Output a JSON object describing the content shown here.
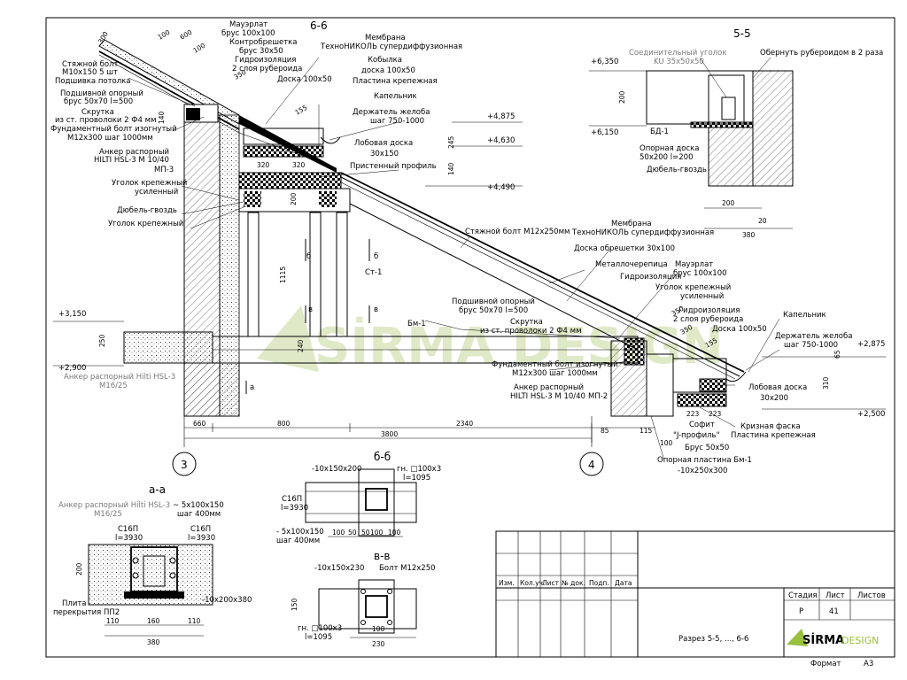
{
  "sections": {
    "s66": "6-6",
    "s55": "5-5",
    "saa": "а-а",
    "sbb": "б-б",
    "svv": "в-в"
  },
  "labels": {
    "mauerlat1": "Мауэрлат",
    "mauerlat1b": "брус 100х100",
    "kontrobr": "Контробрешетка",
    "kontrobr_b": "брус 30х50",
    "gidro1": "Гидроизоляция",
    "gidro1b": "2 слоя рубероида",
    "doska1": "Доска 100х50",
    "membrana1": "Мембрана",
    "membrana1b": "ТехноНИКОЛЬ супердиффузионная",
    "kobylka": "Кобылка",
    "kobylka_b": "доска 100х50",
    "plastina1": "Пластина крепежная",
    "kapelnik1": "Капельник",
    "derzhatel1": "Держатель желоба",
    "derzhatel1b": "шаг 750-1000",
    "lobovaya1": "Лобовая доска",
    "lobovaya1b": "30х150",
    "pristen": "Пристенный профиль",
    "styazh1": "Стяжной болт",
    "styazh1b": "М10х150 5 шт",
    "podshivka": "Подшивка потолка",
    "podshiv1": "Подшивной опорный",
    "podshiv1b": "брус 50х70 l=500",
    "skrutka1": "Скрутка",
    "skrutka1b": "из ст. проволоки 2 Ф4 мм",
    "fund1": "Фундаментный болт изогнутый",
    "fund1b": "М12х300 шаг 1000мм",
    "anker1": "Анкер распорный",
    "anker1b": "HILTI HSL-3 M 10/40",
    "mp3": "МП-3",
    "ugolok_usil": "Уголок крепежный",
    "ugolok_usil_b": "усиленный",
    "dubel1": "Дюбель-гвоздь",
    "ugolok1": "Уголок крепежный",
    "anker_grey": "Анкер распорный Hilti HSL-3",
    "anker_grey_b": "M16/25",
    "bm1": "Бм-1",
    "st1": "Ст-1",
    "styazh2": "Стяжной болт М12х250мм",
    "membrana2": "Мембрана",
    "membrana2b": "ТехноНИКОЛЬ супердиффузионная",
    "doska_obr": "Доска обрешетки 30х100",
    "metallo": "Металлочерепица",
    "mauerlat2": "Мауэрлат",
    "mauerlat2b": "брус 100х100",
    "gidro2": "Гидроизоляция",
    "ugolok2": "Уголок крепежный",
    "ugolok2b": "усиленный",
    "gidro3": "Гидроизоляция",
    "gidro3b": "2 слоя рубероида",
    "doska2": "Доска 100х50",
    "podshiv2": "Подшивной опорный",
    "podshiv2b": "брус 50х70 l=500",
    "skrutka2": "Скрутка",
    "skrutka2b": "из ст. проволоки 2 Ф4 мм",
    "fund2": "Фундаментный болт изогнутый",
    "fund2b": "М12х300 шаг 1000мм",
    "anker2": "Анкер распорный",
    "anker2b": "HILTI HSL-3 M 10/40",
    "mp2": "МП-2",
    "kapelnik2": "Капельник",
    "derzhatel2": "Держатель желоба",
    "derzhatel2b": "шаг 750-1000",
    "lobovaya2": "Лобовая доска",
    "lobovaya2b": "30х200",
    "krizn": "Кризная фаска",
    "plastina2": "Пластина крепежная",
    "sofit": "Софит",
    "jprof": "\"J-профиль\"",
    "brus5050": "Брус 50х50",
    "opornaya_pl": "Опорная пластина Бм-1",
    "opornaya_pl_b": "-10х250х300",
    "soed": "Соединительный уголок",
    "soed_b": "KU 35х50х50",
    "obernut": "Обернуть рубероидом в 2 раза",
    "bd1": "БД-1",
    "opor_doska": "Опорная доска",
    "opor_doska_b": "50х200 l=200",
    "dubel2": "Дюбель-гвоздь",
    "aa_anker": "Анкер распорный Hilti HSL-3",
    "aa_anker_b": "M16/25",
    "aa_plate1": "~ 5х100х150",
    "aa_plate1b": "шаг 400мм",
    "aa_c16l": "С16П",
    "aa_c16l_b": "l=3930",
    "aa_c16r": "С16П",
    "aa_c16r_b": "l=3930",
    "aa_plita": "Плита",
    "aa_plita_b": "перекрытия ПП2",
    "aa_pl2": "-10х200х380",
    "bb_top": "-10х150х200",
    "bb_gn": "гн. □100х3",
    "bb_gn_b": "l=1095",
    "bb_c16": "С16П",
    "bb_c16_b": "l=3930",
    "bb_pl": "- 5х100х150",
    "bb_pl_b": "шаг 400мм",
    "vv_top": "-10х150х230",
    "vv_bolt": "Болт М12х250",
    "vv_gn": "гн. □100х3",
    "vv_gn_b": "l=1095"
  },
  "levels": {
    "l6350": "+6,350",
    "l6150": "+6,150",
    "l4875": "+4,875",
    "l4630": "+4,630",
    "l4490": "+4,490",
    "l3150": "+3,150",
    "l2900": "+2,900",
    "l2875": "+2,875",
    "l2500": "+2,500"
  },
  "dims": {
    "d660": "660",
    "d800": "800",
    "d2340": "2340",
    "d3800": "3800",
    "d85": "85",
    "d115": "115",
    "d100": "100",
    "d320a": "320",
    "d320b": "320",
    "d200r": "200",
    "d20": "20",
    "d380": "380",
    "d200v": "200",
    "d1115": "1115",
    "d250": "250",
    "d240": "240",
    "d310": "310",
    "d65": "65",
    "d223a": "223",
    "d223b": "223",
    "d245": "245",
    "d140": "140",
    "d200a": "200",
    "d350a": "350",
    "d155a": "155",
    "d350b": "350",
    "d155b": "155",
    "d600": "600",
    "d100a": "100",
    "d100b": "100",
    "d300": "300",
    "aa_110a": "110",
    "aa_160": "160",
    "aa_110b": "110",
    "aa_380": "380",
    "aa_200": "200",
    "bb_100a": "100",
    "bb_50a": "50",
    "bb_100b": "100",
    "bb_50b": "50",
    "bb_100c": "100",
    "vv_230": "230",
    "vv_150": "150",
    "vv_100": "100"
  },
  "axes": {
    "a3": "3",
    "a4": "4",
    "mark_a": "а",
    "mark_b": "б",
    "mark_v": "в"
  },
  "watermark": "SİRMA DESIGN",
  "title_block": {
    "col_izm": "Изм.",
    "col_kol": "Кол.уч.",
    "col_list": "Лист",
    "col_ndok": "№ док.",
    "col_podp": "Подп.",
    "col_data": "Дата",
    "stadiya_h": "Стадия",
    "list_h": "Лист",
    "listov_h": "Листов",
    "stadiya_v": "Р",
    "list_v": "41",
    "listov_v": "",
    "sheet_title": "Разрез 5-5, ..., 6-6",
    "logo_a": "SİRMA",
    "logo_b": "DESIGN",
    "format_h": "Формат",
    "format_v": "А3"
  },
  "colors": {
    "watermark": "#c8d89a",
    "logo_green": "#9ac040",
    "grey_text": "#7a7a7a"
  }
}
